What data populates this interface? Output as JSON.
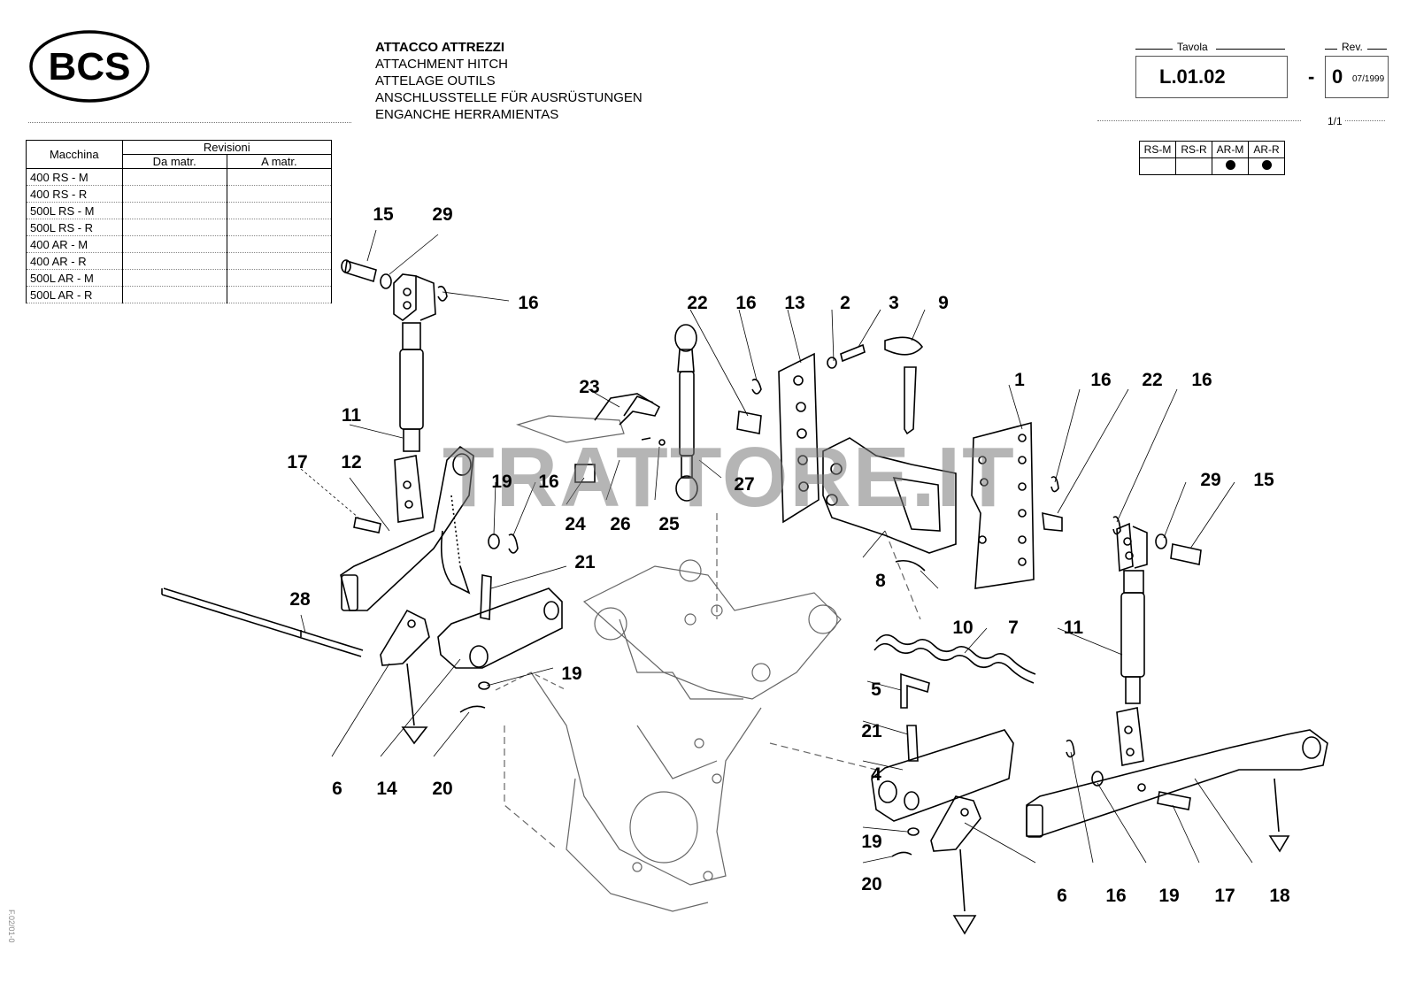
{
  "brand": "BCS",
  "header": {
    "lines": [
      "ATTACCO ATTREZZI",
      "ATTACHMENT HITCH",
      "ATTELAGE OUTILS",
      "ANSCHLUSSTELLE FÜR AUSRÜSTUNGEN",
      "ENGANCHE HERRAMIENTAS"
    ]
  },
  "sheet": {
    "tavola_label": "Tavola",
    "tavola_value": "L.01.02",
    "rev_label": "Rev.",
    "rev_dash": "-",
    "rev_value": "0",
    "rev_date": "07/1999",
    "page": "1/1"
  },
  "machine_table": {
    "col_machine": "Macchina",
    "col_revisions": "Revisioni",
    "col_from": "Da matr.",
    "col_to": "A matr.",
    "rows": [
      "400 RS - M",
      "400 RS - R",
      "500L RS - M",
      "500L RS - R",
      "400 AR - M",
      "400 AR - R",
      "500L AR - M",
      "500L AR - R"
    ]
  },
  "variants": {
    "headers": [
      "RS-M",
      "RS-R",
      "AR-M",
      "AR-R"
    ],
    "applicable": [
      false,
      false,
      true,
      true
    ]
  },
  "watermark": "TRATTORE.IT",
  "side_code": "F.02/01-0",
  "callouts": {
    "c1": "15",
    "c2": "29",
    "c3": "16",
    "c4": "11",
    "c5": "17",
    "c6": "12",
    "c7": "19",
    "c8": "16",
    "c9": "21",
    "c10": "28",
    "c11": "19",
    "c12": "6",
    "c13": "14",
    "c14": "20",
    "c15": "23",
    "c16": "24",
    "c17": "26",
    "c18": "25",
    "c19": "27",
    "c20": "22",
    "c21": "16",
    "c22": "13",
    "c23": "2",
    "c24": "3",
    "c25": "9",
    "c26": "8",
    "c27": "10",
    "c28": "1",
    "c29": "16",
    "c30": "22",
    "c31": "16",
    "c32": "29",
    "c33": "15",
    "c34": "7",
    "c35": "11",
    "c36": "5",
    "c37": "21",
    "c38": "4",
    "c39": "19",
    "c40": "20",
    "c41": "6",
    "c42": "16",
    "c43": "19",
    "c44": "17",
    "c45": "18"
  }
}
